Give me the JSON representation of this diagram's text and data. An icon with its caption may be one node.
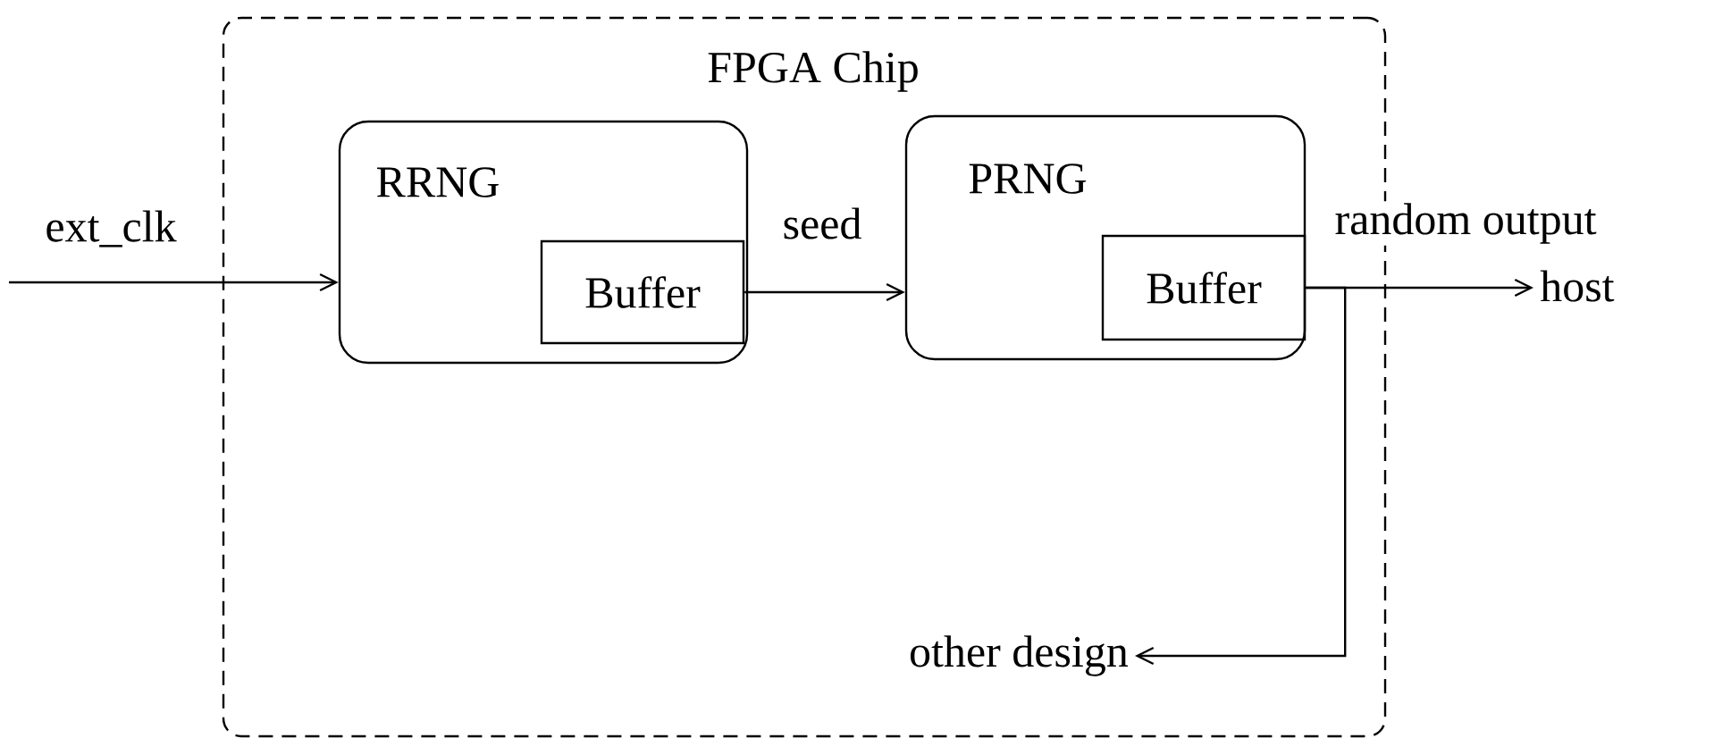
{
  "diagram": {
    "nodes": [
      {
        "text": [
          "FPGA Chip"
        ]
      },
      {
        "text": [
          "RRNG"
        ],
        "in": 0
      },
      {
        "text": [
          "Buffer"
        ],
        "in": 1
      },
      {
        "text": [
          "PRNG"
        ],
        "in": 0
      },
      {
        "text": [
          "Buffer"
        ],
        "in": 3
      },
      {
        "text": [
          "host"
        ]
      },
      {
        "text": [
          "other design"
        ],
        "in": 0
      }
    ],
    "edges": [
      {
        "from": null,
        "to": 1,
        "arrow": "to",
        "label": "ext_clk"
      },
      {
        "from": 2,
        "to": 3,
        "arrow": "to",
        "label": "seed"
      },
      {
        "from": 4,
        "to": 5,
        "arrow": "to",
        "label": "random output"
      },
      {
        "from": 4,
        "to": 6,
        "arrow": "to"
      }
    ]
  }
}
